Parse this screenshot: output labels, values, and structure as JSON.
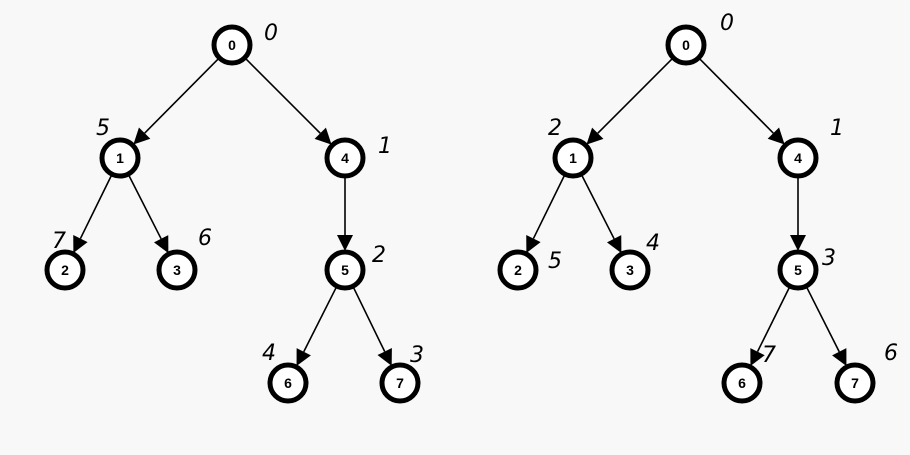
{
  "trees": [
    {
      "name": "left-tree",
      "nodes": [
        {
          "id": "0",
          "annotation": "0"
        },
        {
          "id": "1",
          "annotation": "5"
        },
        {
          "id": "4",
          "annotation": "1"
        },
        {
          "id": "2",
          "annotation": "7"
        },
        {
          "id": "3",
          "annotation": "6"
        },
        {
          "id": "5",
          "annotation": "2"
        },
        {
          "id": "6",
          "annotation": "4"
        },
        {
          "id": "7",
          "annotation": "3"
        }
      ],
      "edges": [
        [
          "0",
          "1"
        ],
        [
          "0",
          "4"
        ],
        [
          "1",
          "2"
        ],
        [
          "1",
          "3"
        ],
        [
          "4",
          "5"
        ],
        [
          "5",
          "6"
        ],
        [
          "5",
          "7"
        ]
      ]
    },
    {
      "name": "right-tree",
      "nodes": [
        {
          "id": "0",
          "annotation": "0"
        },
        {
          "id": "1",
          "annotation": "2"
        },
        {
          "id": "4",
          "annotation": "1"
        },
        {
          "id": "2",
          "annotation": "5"
        },
        {
          "id": "3",
          "annotation": "4"
        },
        {
          "id": "5",
          "annotation": "3"
        },
        {
          "id": "6",
          "annotation": "7"
        },
        {
          "id": "7",
          "annotation": "6"
        }
      ],
      "edges": [
        [
          "0",
          "1"
        ],
        [
          "0",
          "4"
        ],
        [
          "1",
          "2"
        ],
        [
          "1",
          "3"
        ],
        [
          "4",
          "5"
        ],
        [
          "5",
          "6"
        ],
        [
          "5",
          "7"
        ]
      ]
    }
  ]
}
